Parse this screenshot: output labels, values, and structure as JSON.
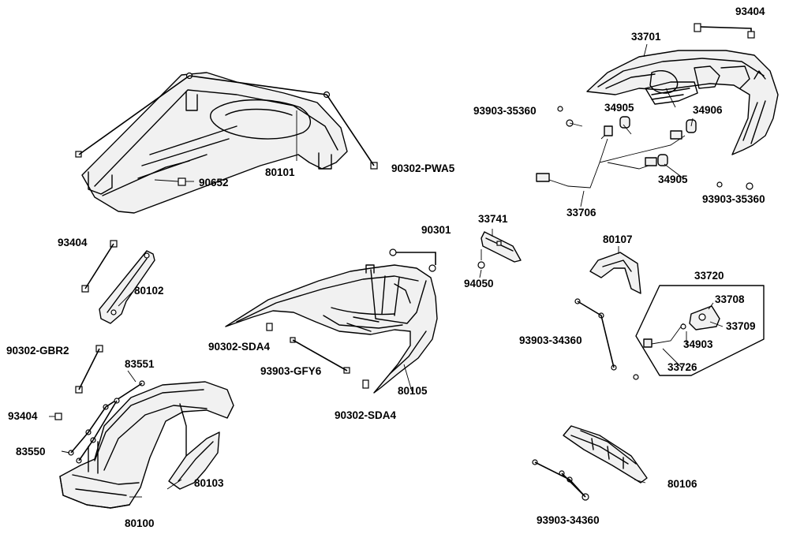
{
  "labels": {
    "p93404_top": "93404",
    "p33701": "33701",
    "p93903_35360_a": "93903-35360",
    "p34905_a": "34905",
    "p34906": "34906",
    "p34905_b": "34905",
    "p93903_35360_b": "93903-35360",
    "p33706": "33706",
    "p80101": "80101",
    "p90302_pwa5": "90302-PWA5",
    "p90652": "90652",
    "p93404_mid": "93404",
    "p80102": "80102",
    "p90301": "90301",
    "p33741": "33741",
    "p94050": "94050",
    "p80107": "80107",
    "p33720": "33720",
    "p33708": "33708",
    "p33709": "33709",
    "p34903": "34903",
    "p33726": "33726",
    "p93903_34360_a": "93903-34360",
    "p90302_gbr2": "90302-GBR2",
    "p83551": "83551",
    "p90302_sda4_a": "90302-SDA4",
    "p93903_gfy6": "93903-GFY6",
    "p80105": "80105",
    "p90302_sda4_b": "90302-SDA4",
    "p93404_low": "93404",
    "p83550": "83550",
    "p80103": "80103",
    "p80100": "80100",
    "p80106": "80106",
    "p93903_34360_b": "93903-34360"
  }
}
